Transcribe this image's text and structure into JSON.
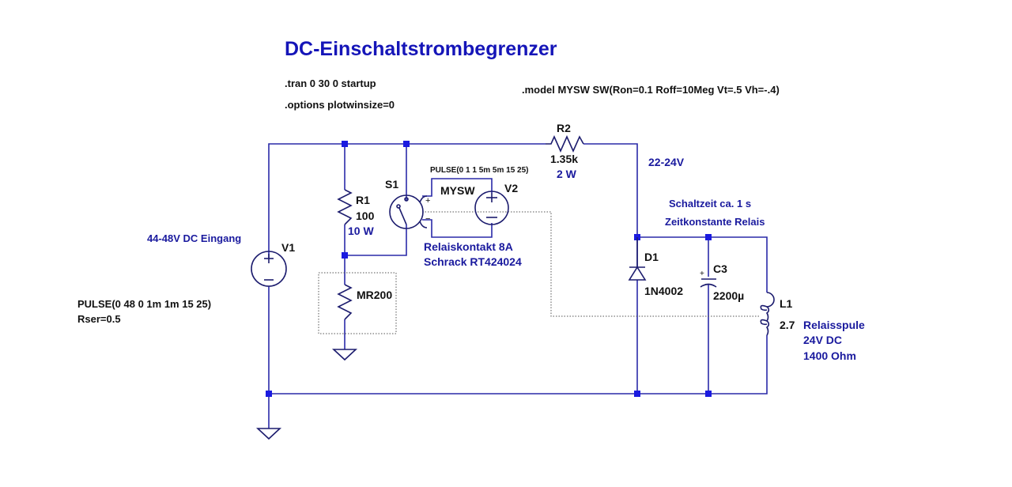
{
  "title": "DC-Einschaltstrombegrenzer",
  "directives": {
    "tran": ".tran 0 30 0 startup",
    "options": ".options plotwinsize=0",
    "model": ".model MYSW SW(Ron=0.1 Roff=10Meg Vt=.5 Vh=-.4)"
  },
  "components": {
    "V1": {
      "name": "V1",
      "value": "PULSE(0 48 0 1m 1m 15 25)",
      "extra": "Rser=0.5",
      "comment": "44-48V DC Eingang"
    },
    "R1": {
      "name": "R1",
      "value": "100",
      "comment": "10 W"
    },
    "MR200": {
      "name": "MR200"
    },
    "S1": {
      "name": "S1",
      "model": "MYSW",
      "comment1": "Relaiskontakt 8A",
      "comment2": "Schrack RT424024"
    },
    "V2": {
      "name": "V2",
      "value": "PULSE(0 1 1 5m 5m 15 25)"
    },
    "R2": {
      "name": "R2",
      "value": "1.35k",
      "comment": "2 W"
    },
    "D1": {
      "name": "D1",
      "value": "1N4002"
    },
    "C3": {
      "name": "C3",
      "value": "2200µ"
    },
    "L1": {
      "name": "L1",
      "value": "2.7",
      "comment1": "Relaisspule",
      "comment2": "24V DC",
      "comment3": "1400 Ohm"
    }
  },
  "annotations": {
    "voltage": "22-24V",
    "switch_time": "Schaltzeit ca. 1 s",
    "time_constant": "Zeitkonstante Relais"
  },
  "colors": {
    "wire": "#2a2aa8",
    "junction": "#1a1ae0",
    "comment": "#1a1a9e",
    "title": "#1515b8"
  }
}
